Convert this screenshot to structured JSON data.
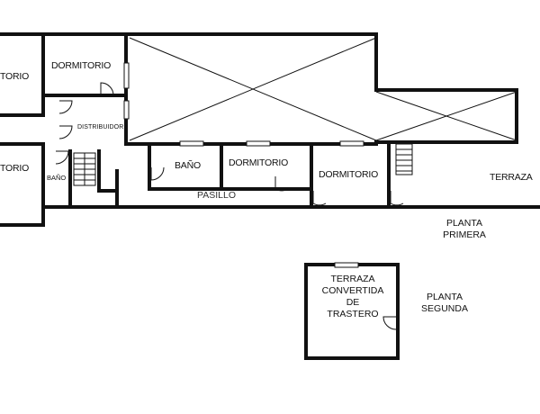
{
  "plan": {
    "first_floor": {
      "rooms": {
        "torio_top": "TORIO",
        "dormitorio_top": "DORMITORIO",
        "distribuidor": "DISTRIBUIDOR",
        "torio_bottom": "TORIO",
        "bano_small": "BAÑO",
        "bano": "BAÑO",
        "dormitorio_middle": "DORMITORIO",
        "dormitorio_right": "DORMITORIO",
        "pasillo": "PASILLO",
        "terraza": "TERRAZA"
      },
      "level_label": [
        "PLANTA",
        "PRIMERA"
      ]
    },
    "second_floor": {
      "room_lines": [
        "TERRAZA",
        "CONVERTIDA",
        "DE",
        "TRASTERO"
      ],
      "level_label": [
        "PLANTA",
        "SEGUNDA"
      ]
    },
    "colors": {
      "wall": "#111111",
      "background": "#ffffff",
      "window": "#ffffff"
    }
  }
}
